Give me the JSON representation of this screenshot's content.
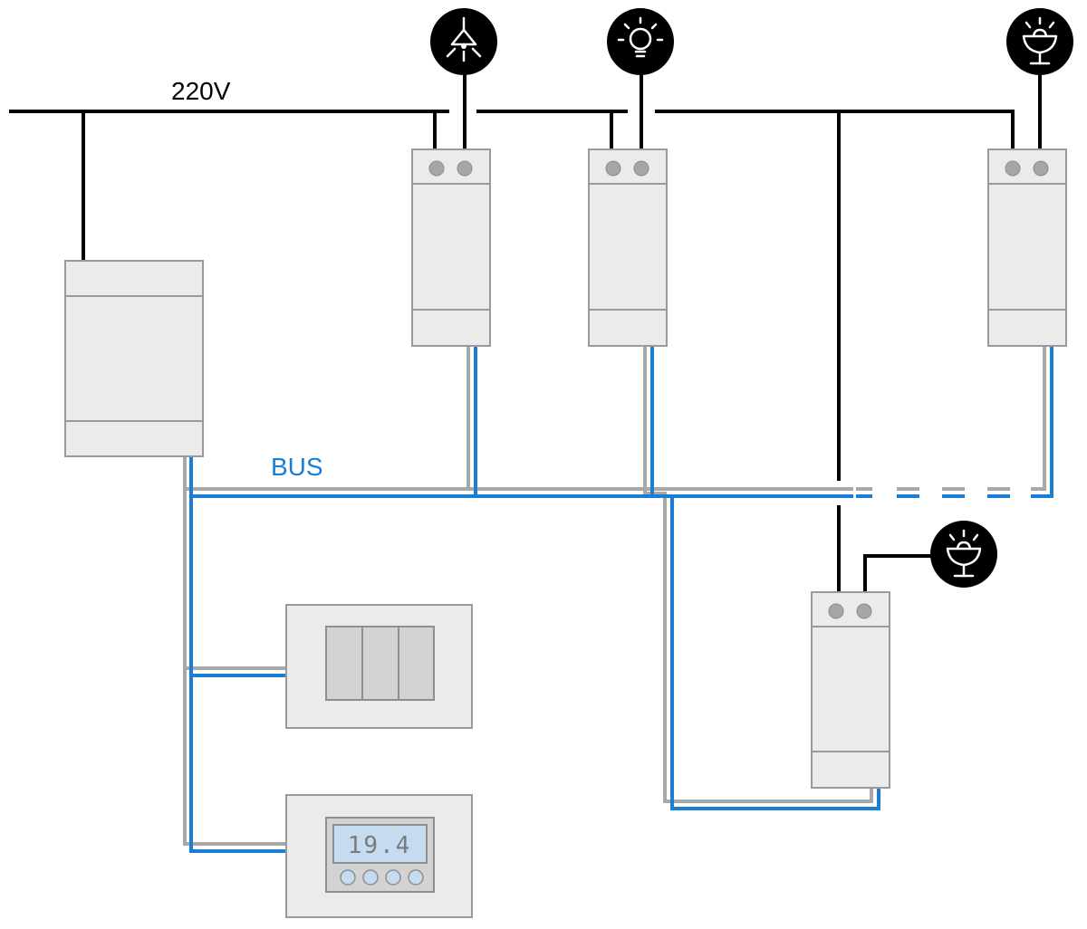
{
  "labels": {
    "mains": "220V",
    "bus": "BUS"
  },
  "thermostat": {
    "display_value": "19.4"
  },
  "icons": [
    "ceiling-lamp-icon",
    "light-bulb-icon",
    "chandelier-icon",
    "chandelier-icon"
  ],
  "colors": {
    "mains_wire": "#000000",
    "bus_blue": "#1a7fd4",
    "bus_gray": "#a8a8a8",
    "module_fill": "#ebebeb",
    "module_stroke": "#9a9a9a",
    "icon_badge": "#000000"
  }
}
